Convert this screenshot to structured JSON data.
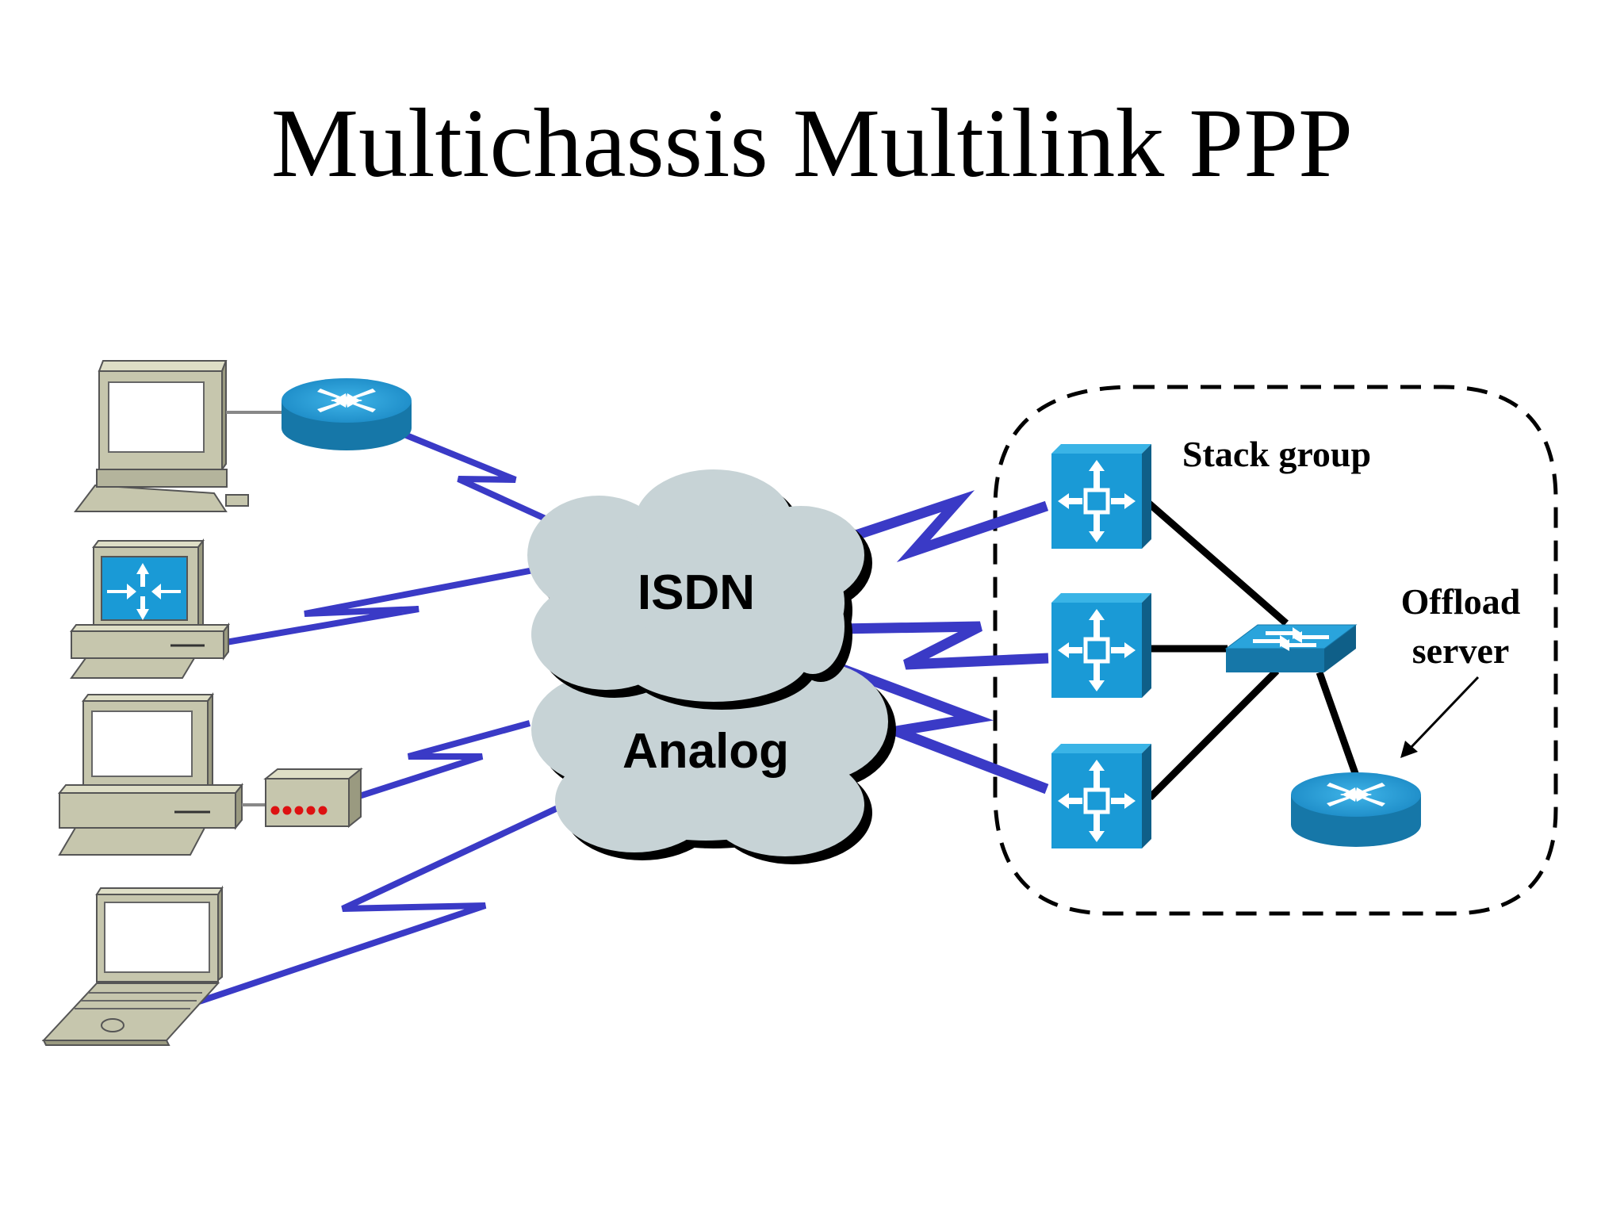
{
  "title": "Multichassis Multilink PPP",
  "labels": {
    "isdn": "ISDN",
    "analog": "Analog",
    "stack_group": "Stack group",
    "offload_line1": "Offload",
    "offload_line2": "server"
  },
  "colors": {
    "link_blue": "#3a3ac6",
    "device_blue": "#1a9ad6",
    "cloud_fill": "#c7d3d6",
    "pc_beige": "#c6c6ad",
    "background": "#ffffff"
  },
  "devices": [
    {
      "name": "pc-with-router",
      "icon": "pc-icon"
    },
    {
      "name": "pc-with-router-card",
      "icon": "router-card-pc-icon"
    },
    {
      "name": "pc-with-modem",
      "icon": "modem-icon"
    },
    {
      "name": "laptop",
      "icon": "laptop-icon"
    },
    {
      "name": "access-server",
      "icon": "access-server-icon",
      "count": 3
    },
    {
      "name": "switch",
      "icon": "switch-icon"
    },
    {
      "name": "offload-router",
      "icon": "router-icon"
    }
  ]
}
